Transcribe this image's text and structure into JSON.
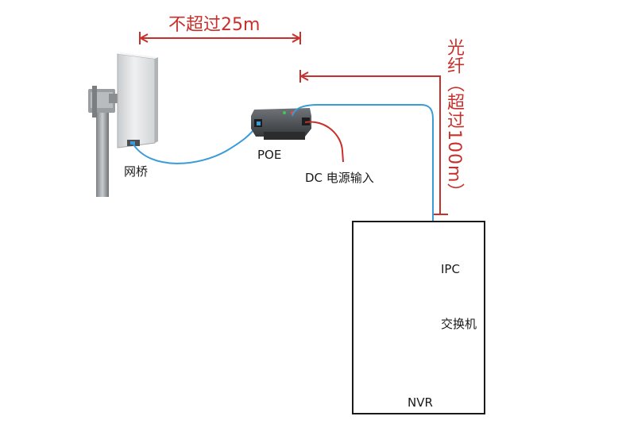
{
  "distance_label": "不超过25m",
  "fiber_label": "光纤（超过100m）",
  "devices": {
    "bridge": "网桥",
    "poe": "POE",
    "dc_input": "DC 电源输入",
    "ipc": "IPC",
    "switch": "交换机",
    "nvr": "NVR"
  },
  "colors": {
    "annotation": "#c8302c",
    "network_cable": "#3a9bd9",
    "power_cable": "#c8302c",
    "box_border": "#1a1a1a"
  },
  "icons": [
    "antenna-panel-icon",
    "poe-injector-icon",
    "ip-camera-icon",
    "network-switch-icon",
    "nvr-recorder-icon"
  ]
}
